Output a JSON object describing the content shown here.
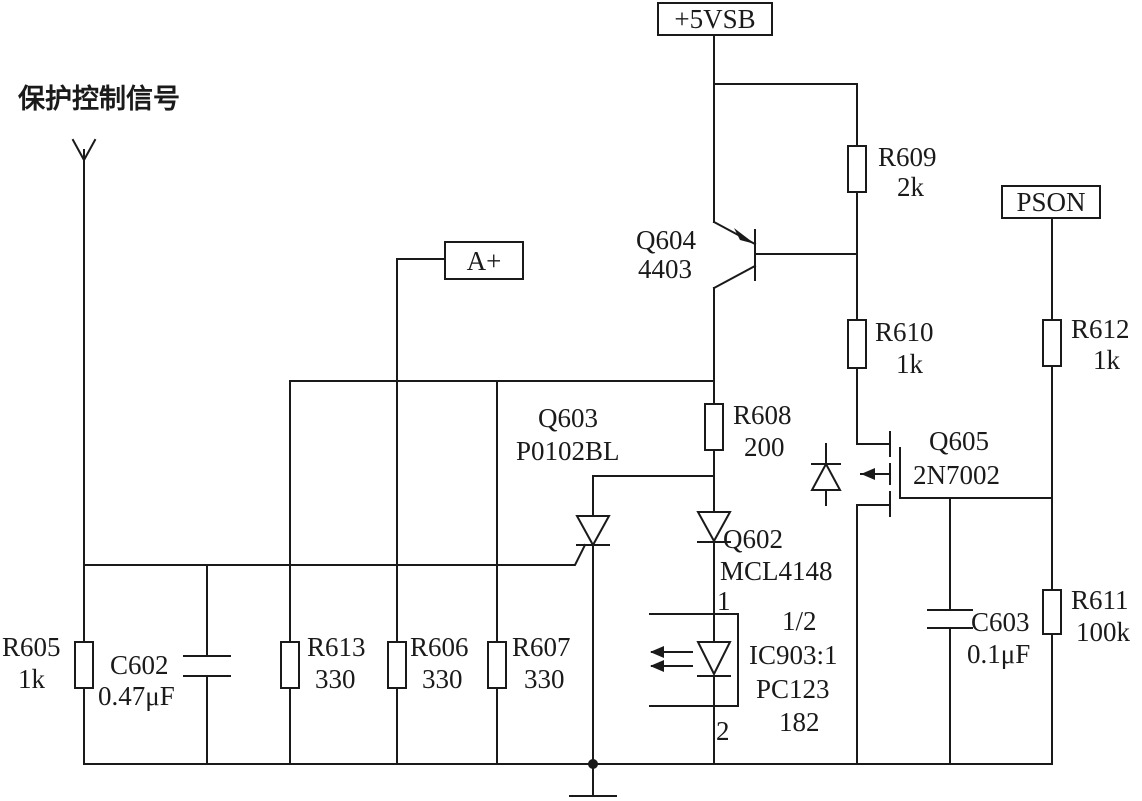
{
  "ports": {
    "vsb": "+5VSB",
    "aplus": "A+",
    "pson": "PSON",
    "protect": "保护控制信号"
  },
  "components": {
    "q604": {
      "ref": "Q604",
      "value": "4403"
    },
    "r609": {
      "ref": "R609",
      "value": "2k"
    },
    "r610": {
      "ref": "R610",
      "value": "1k"
    },
    "r612": {
      "ref": "R612",
      "value": "1k"
    },
    "r608": {
      "ref": "R608",
      "value": "200"
    },
    "q603": {
      "ref": "Q603",
      "value": "P0102BL"
    },
    "q605": {
      "ref": "Q605",
      "value": "2N7002"
    },
    "q602": {
      "ref": "Q602",
      "value": "MCL4148"
    },
    "ic903": {
      "line1": "1/2",
      "line2": "IC903:1",
      "line3": "PC123",
      "line4": "182",
      "pin1": "1",
      "pin2": "2"
    },
    "c603": {
      "ref": "C603",
      "value": "0.1μF"
    },
    "r611": {
      "ref": "R611",
      "value": "100k"
    },
    "r605": {
      "ref": "R605",
      "value": "1k"
    },
    "c602": {
      "ref": "C602",
      "value": "0.47μF"
    },
    "r613": {
      "ref": "R613",
      "value": "330"
    },
    "r606": {
      "ref": "R606",
      "value": "330"
    },
    "r607": {
      "ref": "R607",
      "value": "330"
    }
  }
}
